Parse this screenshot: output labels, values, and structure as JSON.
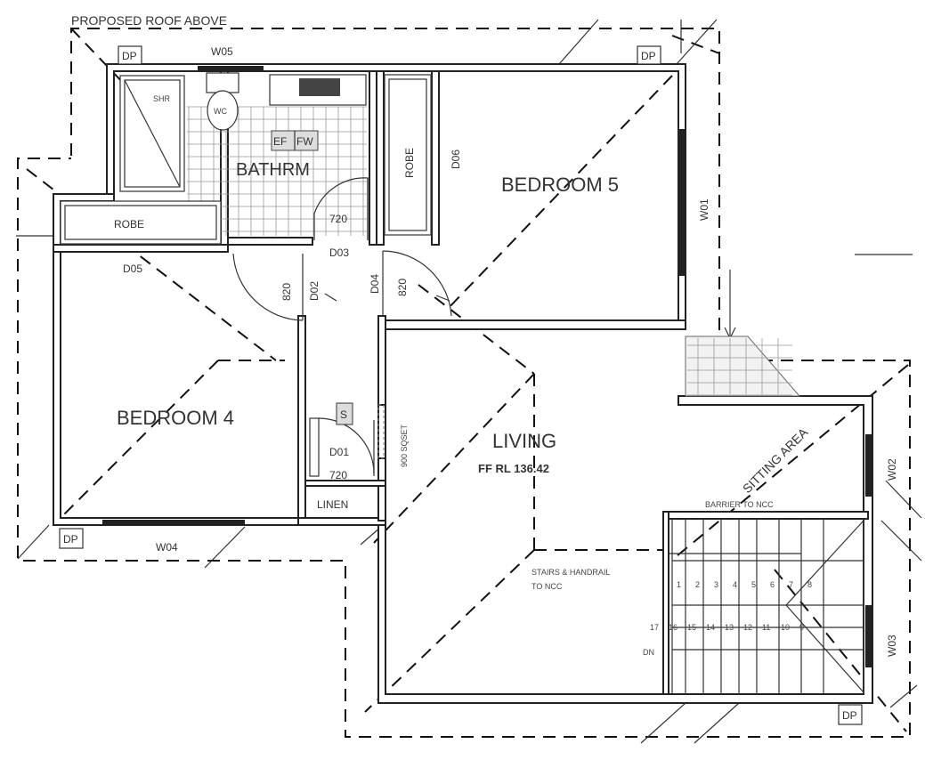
{
  "roof_note": "PROPOSED ROOF ABOVE",
  "rooms": {
    "bedroom5": "BEDROOM 5",
    "bedroom4": "BEDROOM 4",
    "living": "LIVING",
    "bathroom": "BATHRM",
    "robe_upper": "ROBE",
    "robe_left": "ROBE",
    "linen": "LINEN",
    "sitting": "SITTING AREA"
  },
  "floor_level": "FF RL 136.42",
  "fixtures": {
    "shower": "SHR",
    "wc": "WC",
    "exhaust_fan": "EF",
    "floor_waste": "FW",
    "smoke_alarm": "S"
  },
  "windows": {
    "w01": "W01",
    "w02": "W02",
    "w03": "W03",
    "w04": "W04",
    "w05": "W05"
  },
  "doors": {
    "d01": "D01",
    "d02": "D02",
    "d03": "D03",
    "d04": "D04",
    "d05": "D05",
    "d06": "D06",
    "w720": "720",
    "w820": "820"
  },
  "downpipe": "DP",
  "opening": "900 SQSET",
  "barrier_note": "BARRIER TO NCC",
  "stairs_note_1": "STAIRS & HANDRAIL",
  "stairs_note_2": "TO NCC",
  "stair_treads_top": [
    "1",
    "2",
    "3",
    "4",
    "5",
    "6",
    "7",
    "8"
  ],
  "stair_treads_bottom": [
    "17",
    "16",
    "15",
    "14",
    "13",
    "12",
    "11",
    "10",
    "9"
  ],
  "stair_dn": "DN"
}
